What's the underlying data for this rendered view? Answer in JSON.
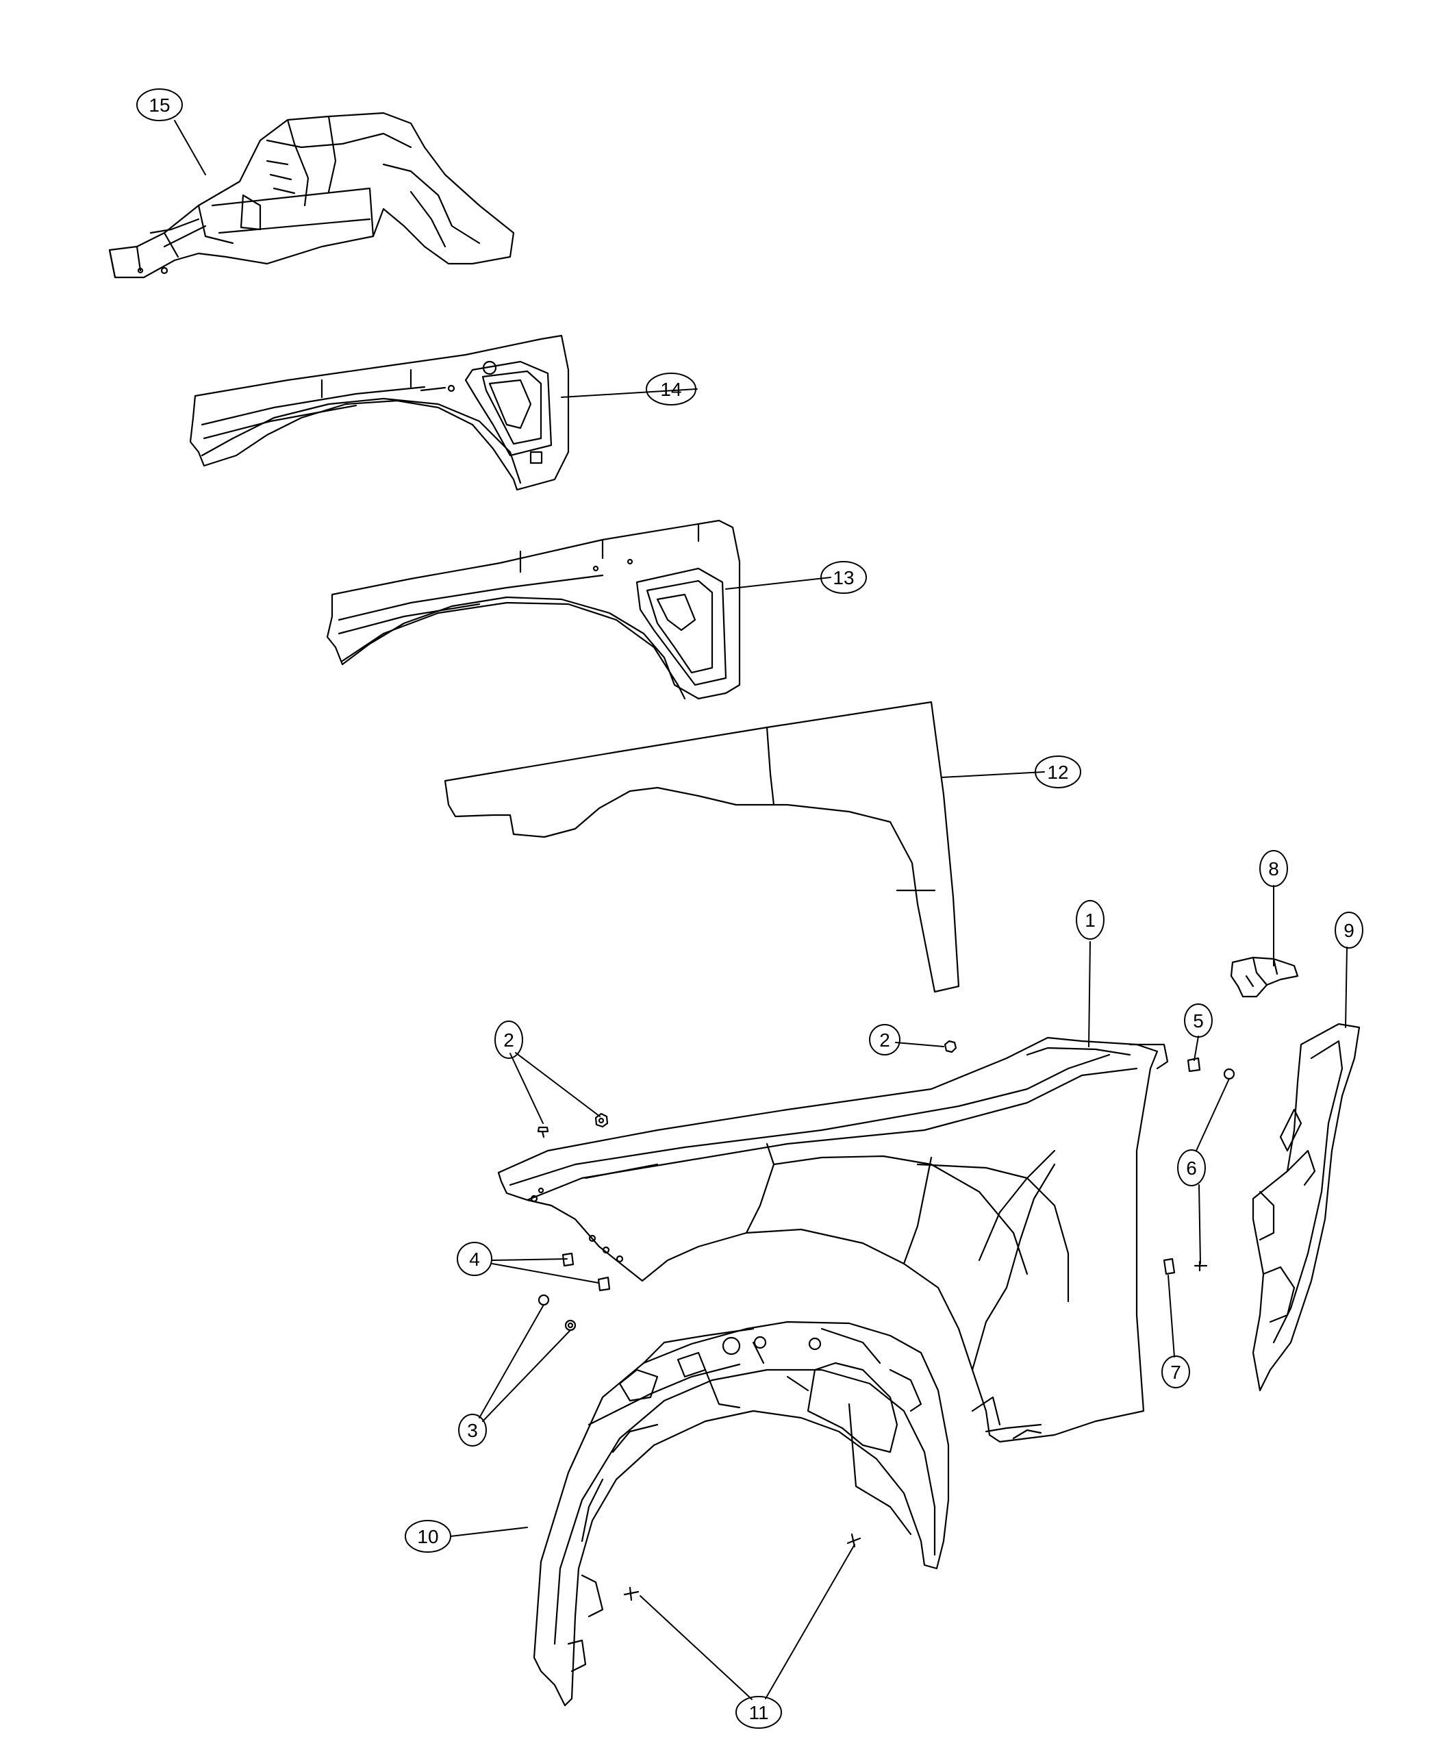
{
  "diagram": {
    "callouts": [
      {
        "id": "c15",
        "label": "15"
      },
      {
        "id": "c14",
        "label": "14"
      },
      {
        "id": "c13",
        "label": "13"
      },
      {
        "id": "c12",
        "label": "12"
      },
      {
        "id": "c1",
        "label": "1"
      },
      {
        "id": "c2a",
        "label": "2"
      },
      {
        "id": "c2b",
        "label": "2"
      },
      {
        "id": "c3",
        "label": "3"
      },
      {
        "id": "c4",
        "label": "4"
      },
      {
        "id": "c5",
        "label": "5"
      },
      {
        "id": "c6",
        "label": "6"
      },
      {
        "id": "c7",
        "label": "7"
      },
      {
        "id": "c8",
        "label": "8"
      },
      {
        "id": "c9",
        "label": "9"
      },
      {
        "id": "c10",
        "label": "10"
      },
      {
        "id": "c11",
        "label": "11"
      }
    ]
  }
}
